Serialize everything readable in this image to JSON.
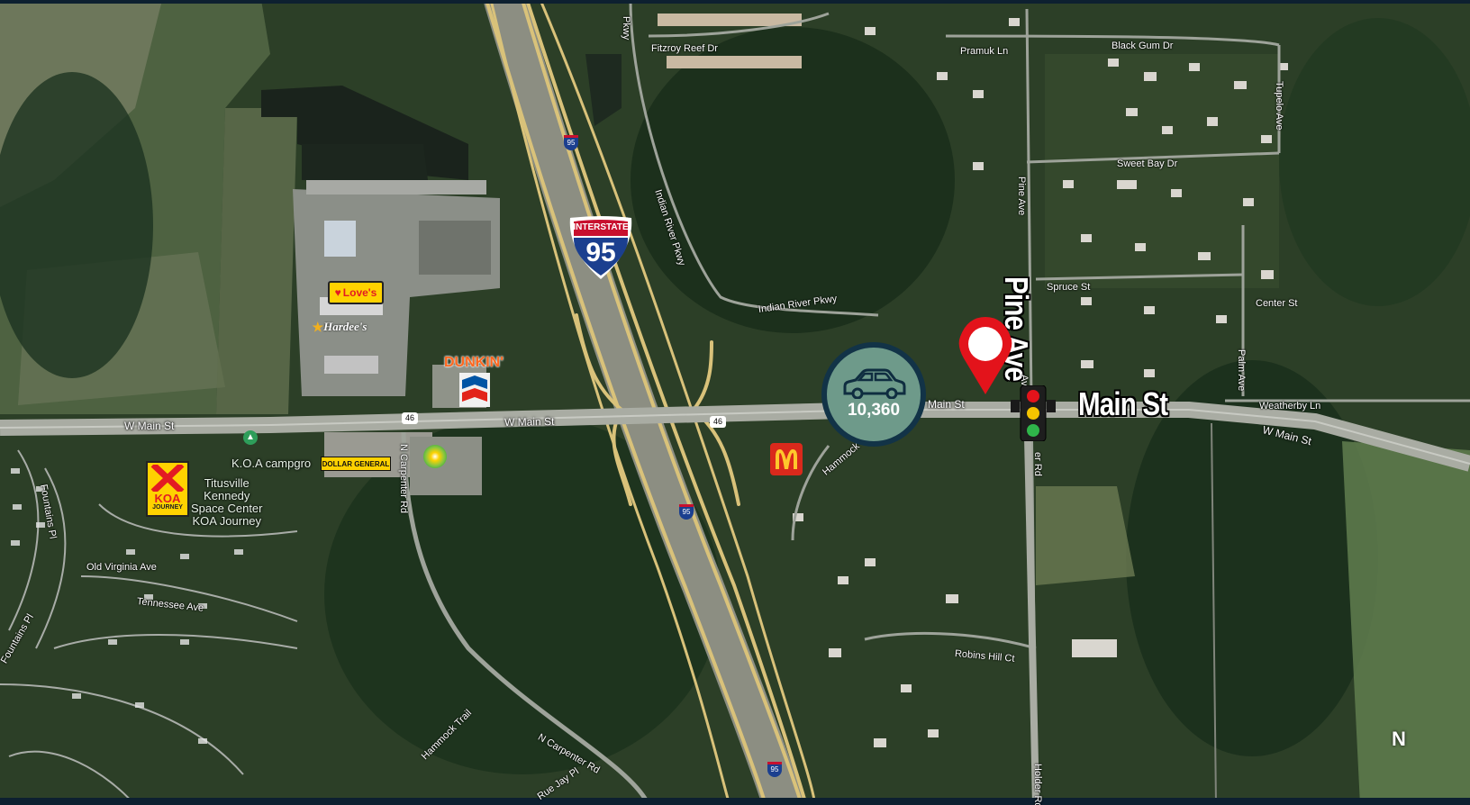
{
  "map": {
    "streets": {
      "w_main_st_1": "W Main St",
      "w_main_st_2": "W Main St",
      "w_main_st_3": "W Main St",
      "main_st_small": "Main St",
      "main_st_big": "Main St",
      "pine_ave_big": "Pine Ave",
      "pine_ave_small": "Pine Ave",
      "fitzroy_reef": "Fitzroy Reef Dr",
      "pramuk_ln": "Pramuk Ln",
      "black_gum_dr": "Black Gum Dr",
      "tupelo_ave": "Tupelo Ave",
      "sweet_bay_dr": "Sweet Bay Dr",
      "indian_river_pkwy_1": "Indian River Pkwy",
      "indian_river_pkwy_2": "Indian River Pkwy",
      "pkwy_top": "Pkwy",
      "spruce_st": "Spruce St",
      "center_st": "Center St",
      "palm_ave": "Palm Ave",
      "weatherby_ln": "Weatherby Ln",
      "hammock": "Hammock",
      "n_carpenter_rd_1": "N Carpenter Rd",
      "n_carpenter_rd_2": "N Carpenter Rd",
      "old_virginia_ave": "Old Virginia Ave",
      "tennessee_ave": "Tennessee Ave",
      "fountains_pl_1": "Fountains Pl",
      "fountains_pl_2": "Fountains Pl",
      "hammock_trail": "Hammock Trail",
      "rue_jay_pl": "Rue Jay Pl",
      "robins_hill_ct": "Robins Hill Ct",
      "holder_rd_1": "Holder Rd",
      "holder_rd_2": "er Rd",
      "ave_small": "Ave"
    },
    "shields": {
      "i95_header": "INTERSTATE",
      "i95_number": "95",
      "shield_95_small_1": "95",
      "shield_95_small_2": "95",
      "shield_95_small_3": "95",
      "route_46_1": "46",
      "route_46_2": "46"
    },
    "pois": {
      "koa_campground": "K.O.A campgro",
      "koa_journey": "Titusville\nKennedy\nSpace Center\nKOA Journey",
      "loves": "Love's",
      "hardees": "Hardee's",
      "dunkin": "DUNKIN'",
      "dollar_general": "DOLLAR GENERAL",
      "koa_logo_text": "KOA",
      "koa_logo_sub": "JOURNEY"
    },
    "traffic_count": "10,360",
    "north_label": "N"
  },
  "colors": {
    "frame": "#0d2030",
    "badge_fill": "#6e9a8a",
    "badge_ring": "#123347",
    "pin": "#e3131b",
    "highway": "#d9c27a",
    "interstate_blue": "#1b3f8f",
    "interstate_red": "#c8102e"
  }
}
